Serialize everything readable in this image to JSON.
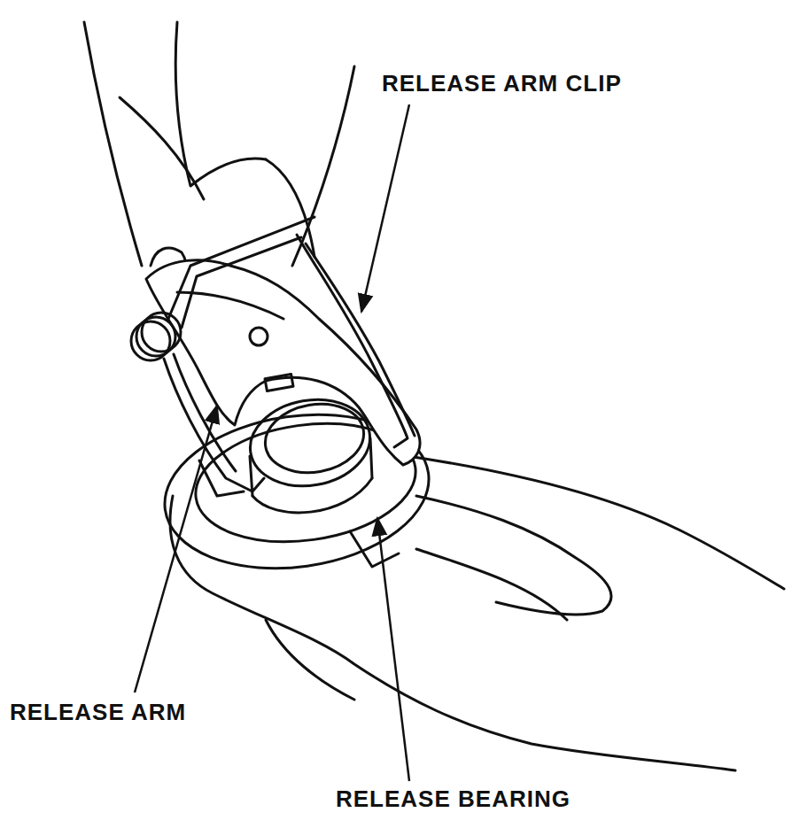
{
  "diagram": {
    "labels": [
      "RELEASE ARM CLIP",
      "RELEASE ARM",
      "RELEASE BEARING"
    ]
  }
}
